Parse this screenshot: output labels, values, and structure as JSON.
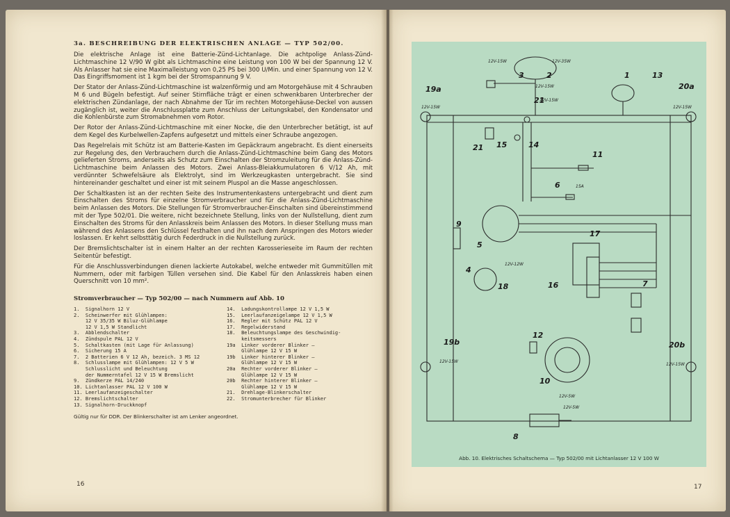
{
  "left_page": {
    "heading": "3a. BESCHREIBUNG DER ELEKTRISCHEN ANLAGE — TYP 502/00.",
    "paragraphs": [
      "Die elektrische Anlage ist eine Batterie-Zünd-Lichtanlage. Die achtpolige Anlass-Zünd-Lichtmaschine 12 V/90 W gibt als Lichtmaschine eine Leistung von 100 W bei der Spannung 12 V. Als Anlasser hat sie eine Maximalleistung von 0,25 PS bei 300 U/Min. und einer Spannung von 12 V. Das Eingriffsmoment ist 1 kgm bei der Stromspannung 9 V.",
      "Der Stator der Anlass-Zünd-Lichtmaschine ist walzenförmig und am Motorgehäuse mit 4 Schrauben M 6 und Bügeln befestigt. Auf seiner Stirnfläche trägt er einen schwenkbaren Unterbrecher der elektrischen Zündanlage, der nach Abnahme der Tür im rechten Motorgehäuse-Deckel von aussen zugänglich ist, weiter die Anschlussplatte zum Anschluss der Leitungskabel, den Kondensator und die Kohlenbürste zum Stromabnehmen vom Rotor.",
      "Der Rotor der Anlass-Zünd-Lichtmaschine mit einer Nocke, die den Unterbrecher betätigt, ist auf dem Kegel des Kurbelwellen-Zapfens aufgesetzt und mittels einer Schraube angezogen.",
      "Das Regelrelais mit Schütz ist am Batterie-Kasten im Gepäckraum angebracht. Es dient einerseits zur Regelung des, den Verbrauchern durch die Anlass-Zünd-Lichtmaschine beim Gang des Motors gelieferten Stroms, anderseits als Schutz zum Einschalten der Stromzuleitung für die Anlass-Zünd-Lichtmaschine beim Anlassen des Motors. Zwei Anlass-Bleiakkumulatoren 6 V/12 Ah, mit verdünnter Schwefelsäure als Elektrolyt, sind im Werkzeugkasten untergebracht. Sie sind hintereinander geschaltet und einer ist mit seinem Pluspol an die Masse angeschlossen.",
      "Der Schaltkasten ist an der rechten Seite des Instrumentenkastens untergebracht und dient zum Einschalten des Stroms für einzelne Stromverbraucher und für die Anlass-Zünd-Lichtmaschine beim Anlassen des Motors. Die Stellungen für Stromverbraucher-Einschalten sind übereinstimmend mit der Type 502/01. Die weitere, nicht bezeichnete Stellung, links von der Nullstellung, dient zum Einschalten des Stroms für den Anlasskreis beim Anlassen des Motors. In dieser Stellung muss man während des Anlassens den Schlüssel festhalten und ihn nach dem Anspringen des Motors wieder loslassen. Er kehrt selbsttätig durch Federdruck in die Nullstellung zurück.",
      "Der Bremslichtschalter ist in einem Halter an der rechten Karosserieseite im Raum der rechten Seitentür befestigt.",
      "Für die Anschlussverbindungen dienen lackierte Autokabel, welche entweder mit Gummitüllen mit Nummern, oder mit farbigen Tüllen versehen sind. Die Kabel für den Anlasskreis haben einen Querschnitt von 10 mm²."
    ],
    "list_heading": "Stromverbraucher — Typ 502/00 — nach Nummern auf Abb. 10",
    "list_left": [
      "1.  Signalhorn 12 V",
      "2.  Scheinwerfer mit Glühlampen:",
      "    12 V 35/35 W Biluz-Glühlampe",
      "    12 V 1,5 W Standlicht",
      "3.  Abblendschalter",
      "4.  Zündspule PAL 12 V",
      "5.  Schaltkasten (mit Lage für Anlassung)",
      "6.  Sicherung 15 A",
      "7.  2 Batterien 6 V 12 Ah, bezeich. 3 MS 12",
      "8.  Schlusslampe mit Glühlampen: 12 V 5 W",
      "    Schlusslicht und Beleuchtung",
      "    der Nummerntafel 12 V 15 W Bremslicht",
      "9.  Zündkerze PAL 14/240",
      "10. Lichtanlasser PAL 12 V 100 W",
      "11. Leerlaufanzeigeschalter",
      "12. Bremslichtschalter",
      "13. Signalhorn-Druckknopf"
    ],
    "list_right": [
      "14.  Ladungskontrollampe 12 V 1,5 W",
      "15.  Leerlaufanzeigelampe 12 V 1,5 W",
      "16.  Regler mit Schütz PAL 12 V",
      "17.  Regelwiderstand",
      "18.  Beleuchtungslampe des Geschwindig-",
      "     keitsmessers",
      "19a  Linker vorderer Blinker —",
      "     Glühlampe 12 V 15 W",
      "19b  Linker hinterer Blinker —",
      "     Glühlampe 12 V 15 W",
      "20a  Rechter vorderer Blinker —",
      "     Glühlampe 12 V 15 W",
      "20b  Rechter hinterer Blinker —",
      "     Glühlampe 12 V 15 W",
      "21.  Drehlage-Blinkerschalter",
      "22.  Stromunterbrecher für Blinker"
    ],
    "footnote": "Gültig nur für DDR. Der Blinkerschalter ist am Lenker angeordnet.",
    "page_number": "16"
  },
  "right_page": {
    "figure_caption": "Abb. 10. Elektrisches Schaltschema — Typ 502/00 mit Lichtanlasser 12 V 100 W",
    "page_number": "17",
    "diagram_labels": {
      "n1": "1",
      "n2": "2",
      "n3": "3",
      "n4": "4",
      "n5": "5",
      "n6": "6",
      "n7": "7",
      "n8": "8",
      "n9": "9",
      "n10": "10",
      "n11": "11",
      "n12": "12",
      "n13": "13",
      "n14": "14",
      "n15": "15",
      "n16": "16",
      "n17": "17",
      "n18": "18",
      "n19a": "19a",
      "n19b": "19b",
      "n20a": "20a",
      "n20b": "20b",
      "n21": "21"
    },
    "voltage_labels": {
      "v1": "12V-15W",
      "v2": "12V-35W",
      "v3": "12V-15W",
      "v4": "12V-15W",
      "v5": "12V-15W",
      "v6": "12V-15W",
      "v7": "15A",
      "v8": "12V-12W",
      "v9": "12V-15W",
      "v10": "12V-15W",
      "v11": "12V-5W",
      "v12": "12V-5W"
    },
    "colors": {
      "figure_bg": "#b9dbc3",
      "paper": "#f1e7cf",
      "ink": "#2c2620"
    }
  }
}
